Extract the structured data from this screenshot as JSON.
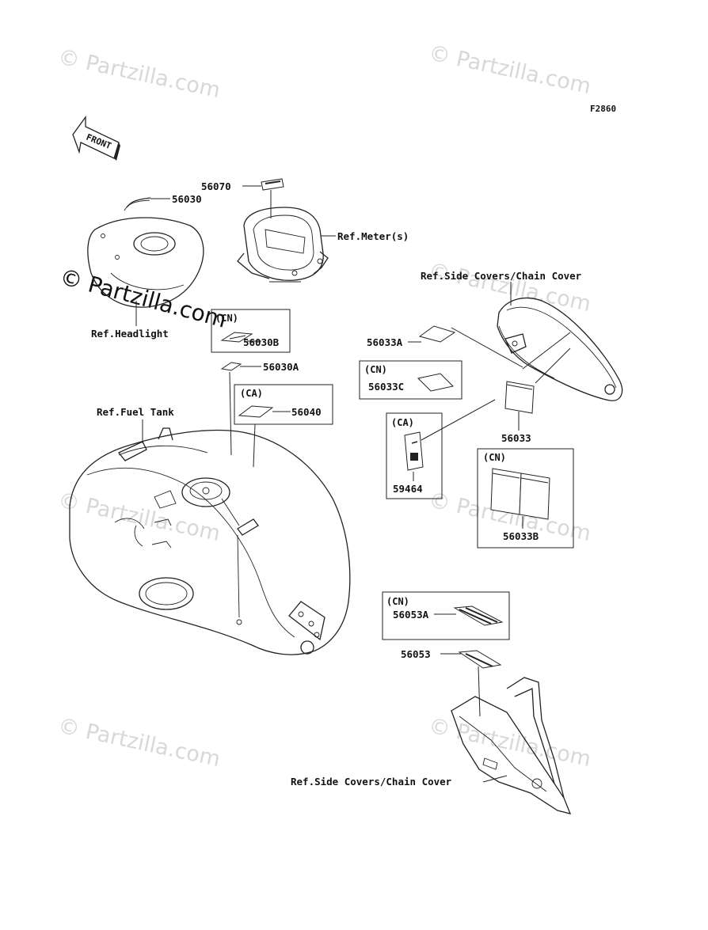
{
  "figure_code": "F2860",
  "front_label": "FRONT",
  "watermark": "© Partzilla.com",
  "watermark_main": "© Partzilla.com",
  "parts": {
    "p56070": "56070",
    "p56030": "56030",
    "ref_meter": "Ref.Meter(s)",
    "ref_headlight": "Ref.Headlight",
    "ref_side_covers_top": "Ref.Side Covers/Chain Cover",
    "p56030B": "56030B",
    "p56030A": "56030A",
    "p56040": "56040",
    "ref_fuel_tank": "Ref.Fuel Tank",
    "p56033A": "56033A",
    "p56033C": "56033C",
    "p56033": "56033",
    "p59464": "59464",
    "p56033B": "56033B",
    "p56053A": "56053A",
    "p56053": "56053",
    "ref_side_covers_bottom": "Ref.Side Covers/Chain Cover"
  },
  "boxes": {
    "cn_56030B": "(CN)",
    "ca_56040": "(CA)",
    "cn_56033C": "(CN)",
    "ca_59464": "(CA)",
    "cn_56033B": "(CN)",
    "cn_56053A": "(CN)"
  }
}
